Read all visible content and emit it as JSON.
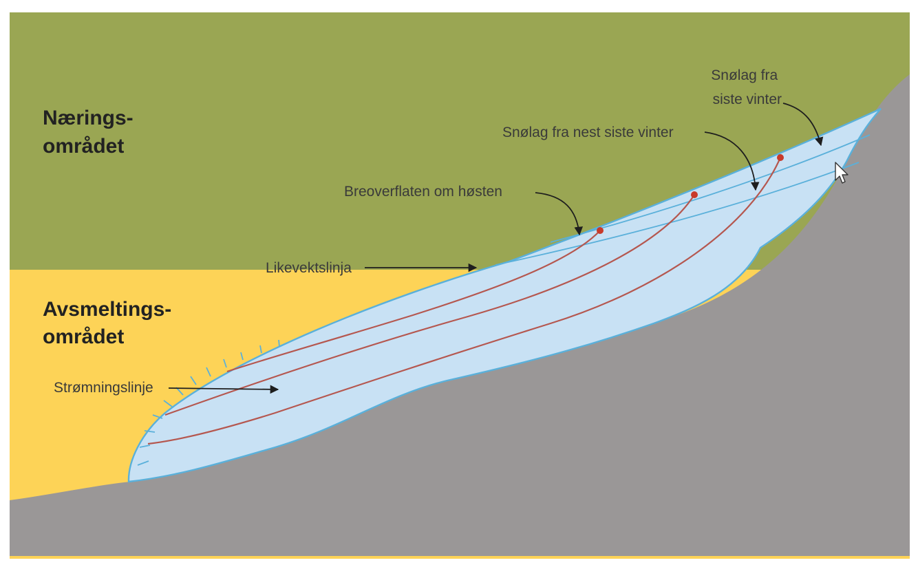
{
  "zones": {
    "accumulation": {
      "line1": "Nærings-",
      "line2": "området"
    },
    "ablation": {
      "line1": "Avsmeltings-",
      "line2": "området"
    }
  },
  "callouts": {
    "last_winter_line1": "Snølag fra",
    "last_winter_line2": "siste vinter",
    "previous_winter": "Snølag fra nest siste vinter",
    "autumn_surface": "Breoverflaten om høsten",
    "equilibrium_line": "Likevektslinja",
    "flow_line": "Strømningslinje"
  },
  "colors": {
    "accumulation_zone": "#9aa653",
    "ablation_zone": "#fdd357",
    "bedrock": "#9a9797",
    "ice": "#c8e1f4",
    "ice_outline": "#5ab0da",
    "flow_lines": "#b5574f",
    "flow_points": "#c83a2a"
  }
}
